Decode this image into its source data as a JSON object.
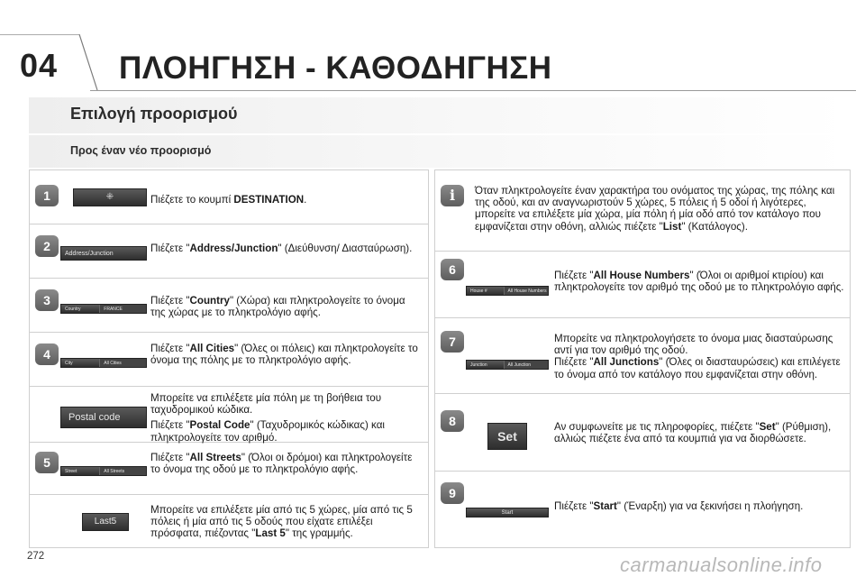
{
  "header": {
    "chapter_number": "04",
    "chapter_title": "ΠΛΟΗΓΗΣΗ - ΚΑΘΟΔΗΓΗΣΗ"
  },
  "section": {
    "title": "Επιλογή προορισμού",
    "subtitle": "Προς έναν νέο προορισμό"
  },
  "left_steps": [
    {
      "badge": "1",
      "thumb": "⁜",
      "pre": "Πιέζετε το κουμπί ",
      "bold": "DESTINATION",
      "post": "."
    },
    {
      "badge": "2",
      "thumb_a": "Address/Junction",
      "pre": "Πιέζετε \"",
      "bold": "Address/Junction",
      "post": "\" (Διεύθυνση/ Διασταύρωση)."
    },
    {
      "badge": "3",
      "thumb_a": "Country",
      "thumb_b": "FRANCE",
      "pre": "Πιέζετε \"",
      "bold": "Country",
      "post": "\" (Χώρα) και πληκτρολογείτε το όνομα της χώρας με το πληκτρολόγιο αφής."
    },
    {
      "badge": "4",
      "thumb_a": "City",
      "thumb_b": "All Cities",
      "pre": "Πιέζετε \"",
      "bold": "All Cities",
      "post": "\" (Όλες οι πόλεις) και πληκτρολογείτε το όνομα της πόλης με το πληκτρολόγιο αφής."
    },
    {
      "thumb": "Postal code",
      "line1": "Μπορείτε να επιλέξετε μία πόλη με τη βοήθεια του ταχυδρομικού κώδικα.",
      "pre": "Πιέζετε \"",
      "bold": "Postal Code",
      "post": "\" (Ταχυδρομικός κώδικας) και πληκτρολογείτε τον αριθμό."
    },
    {
      "badge": "5",
      "thumb_a": "Street",
      "thumb_b": "All Streets",
      "pre": "Πιέζετε \"",
      "bold": "All Streets",
      "post": "\" (Όλοι οι δρόμοι) και πληκτρολογείτε το όνομα της οδού με το πληκτρολόγιο αφής."
    },
    {
      "thumb": "Last5",
      "pre": "Μπορείτε να επιλέξετε μία από τις 5 χώρες, μία από τις 5 πόλεις ή μία από τις 5 οδούς που είχατε επιλέξει πρόσφατα, πιέζοντας \"",
      "bold": "Last 5",
      "post": "\" της γραμμής."
    }
  ],
  "info": {
    "badge": "i",
    "pre": "Όταν πληκτρολογείτε έναν χαρακτήρα του ονόματος της χώρας, της πόλης και της οδού, και αν αναγνωριστούν 5 χώρες, 5 πόλεις ή 5 οδοί ή λιγότερες, μπορείτε να επιλέξετε μία χώρα, μία πόλη ή μία οδό από τον κατάλογο που εμφανίζεται στην οθόνη, αλλιώς πιέζετε \"",
    "bold": "List",
    "post": "\" (Κατάλογος)."
  },
  "right_steps": [
    {
      "badge": "6",
      "thumb_a": "House #",
      "thumb_b": "All House Numbers",
      "pre": "Πιέζετε \"",
      "bold": "All House Numbers",
      "post": "\" (Όλοι οι αριθμοί κτιρίου) και πληκτρολογείτε τον αριθμό της οδού με το πληκτρολόγιο αφής."
    },
    {
      "badge": "7",
      "thumb_a": "Junction",
      "thumb_b": "All Junction",
      "line1": "Μπορείτε να πληκτρολογήσετε το όνομα μιας διασταύρωσης αντί για τον αριθμό της οδού.",
      "pre": "Πιέζετε \"",
      "bold": "All Junctions",
      "post": "\" (Όλες οι διασταυρώσεις) και επιλέγετε το όνομα από τον κατάλογο που εμφανίζεται στην οθόνη."
    },
    {
      "badge": "8",
      "thumb": "Set",
      "pre": "Αν συμφωνείτε με τις πληροφορίες, πιέζετε \"",
      "bold": "Set",
      "post": "\" (Ρύθμιση), αλλιώς πιέζετε ένα από τα κουμπιά για να διορθώσετε."
    },
    {
      "badge": "9",
      "thumb": "Start",
      "pre": "Πιέζετε \"",
      "bold": "Start",
      "post": "\" (Έναρξη) για να ξεκινήσει η πλοήγηση."
    }
  ],
  "footer": {
    "page_number": "272",
    "watermark": "carmanualsonline.info"
  }
}
